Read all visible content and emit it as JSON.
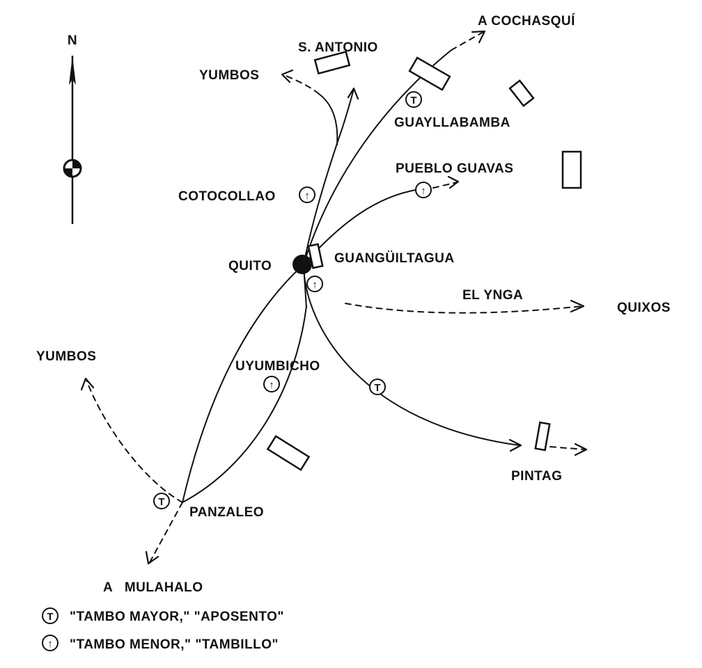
{
  "map": {
    "north_label": "N",
    "places": {
      "cochasqui": "A COCHASQUÍ",
      "san_antonio": "S. ANTONIO",
      "yumbos_north": "YUMBOS",
      "guayllabamba": "GUAYLLABAMBA",
      "pueblo_guavas": "PUEBLO GUAVAS",
      "cotocollao": "COTOCOLLAO",
      "quito": "QUITO",
      "guanguiltagua": "GUANGÜILTAGUA",
      "el_ynga": "EL YNGA",
      "quixos": "QUIXOS",
      "yumbos_south": "YUMBOS",
      "uyumbicho": "UYUMBICHO",
      "pintag": "PINTAG",
      "panzaleo": "PANZALEO",
      "mulahalo": "A   MULAHALO"
    },
    "legend": {
      "tambo_mayor": "\"TAMBO MAYOR,\" \"APOSENTO\"",
      "tambo_menor": "\"TAMBO MENOR,\" \"TAMBILLO\""
    },
    "symbols": {
      "tambo_mayor_glyph": "T",
      "tambo_menor_glyph": "↑"
    },
    "colors": {
      "ink": "#111111",
      "paper": "#ffffff"
    }
  }
}
